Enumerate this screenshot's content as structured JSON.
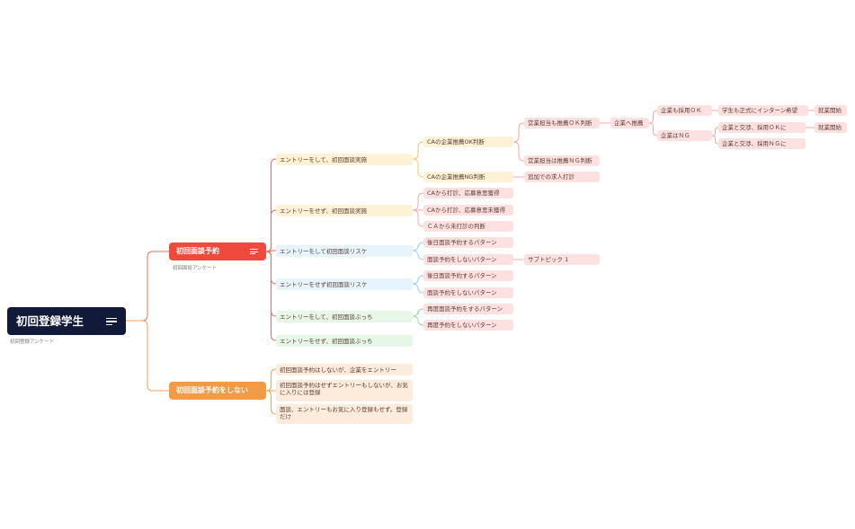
{
  "root": {
    "label": "初回登録学生",
    "note": "初回登録アンケート"
  },
  "branch1": {
    "label": "初回面談予約",
    "note": "初回面談アンケート"
  },
  "branch2": {
    "label": "初回面談予約をしない"
  },
  "n": {
    "e1": "エントリーをして、初回面談実施",
    "e2": "エントリーをせず、初回面談実施",
    "e3": "エントリーをして初回面談リスケ",
    "e4": "エントリーをせず初回面談リスケ",
    "e5": "エントリーをして、初回面談ぶっち",
    "e6": "エントリーをせず、初回面談ぶっち",
    "ca_ok": "CAの企業推薦OK判断",
    "ca_ng": "CAの企業推薦NG判断",
    "sales_ok": "営業担当も推薦ＯＫ判断",
    "sales_ng": "営業担当は推薦ＮＧ判断",
    "extra": "追加での求人打診",
    "rec": "企業へ推薦",
    "adopt_ok": "企業も採用ＯＫ",
    "adopt_ng": "企業はＮＧ",
    "intern": "学生も正式にインターン希望",
    "employ1": "就業開始",
    "negok": "企業と交渉、採用ＯＫに",
    "employ2": "就業開始",
    "negng": "企業と交渉、採用ＮＧに",
    "e2a": "CAから打診、応募意思獲得",
    "e2b": "CAから打診、応募意思未獲得",
    "e2c": "ＣＡから未打診の判断",
    "e3a": "後日面談予約するパターン",
    "e3b": "面談予約をしないパターン",
    "sub": "サブトピック 1",
    "e4a": "後日面談予約するパターン",
    "e4b": "面談予約をしないパターン",
    "e5a": "再度面談予約をするパターン",
    "e5b": "再度予約をしないパターン",
    "b2a": "初回面談予約はしないが、企業をエントリー",
    "b2b": "初回面談予約はせずエントリーもしないが、お気に入りには登録",
    "b2c": "面談、エントリーもお気に入り登録もせず。登録だけ"
  },
  "colors": {
    "root": "#121a3a",
    "branch_red": "#f04a3c",
    "branch_orange": "#f39a44",
    "link_red": "#ee6a5c",
    "link_orange": "#f3a25a",
    "link_pink": "#f0a8a8",
    "link_yellow": "#f2c864",
    "link_blue": "#9ccfee",
    "link_green": "#9ed8a6"
  }
}
